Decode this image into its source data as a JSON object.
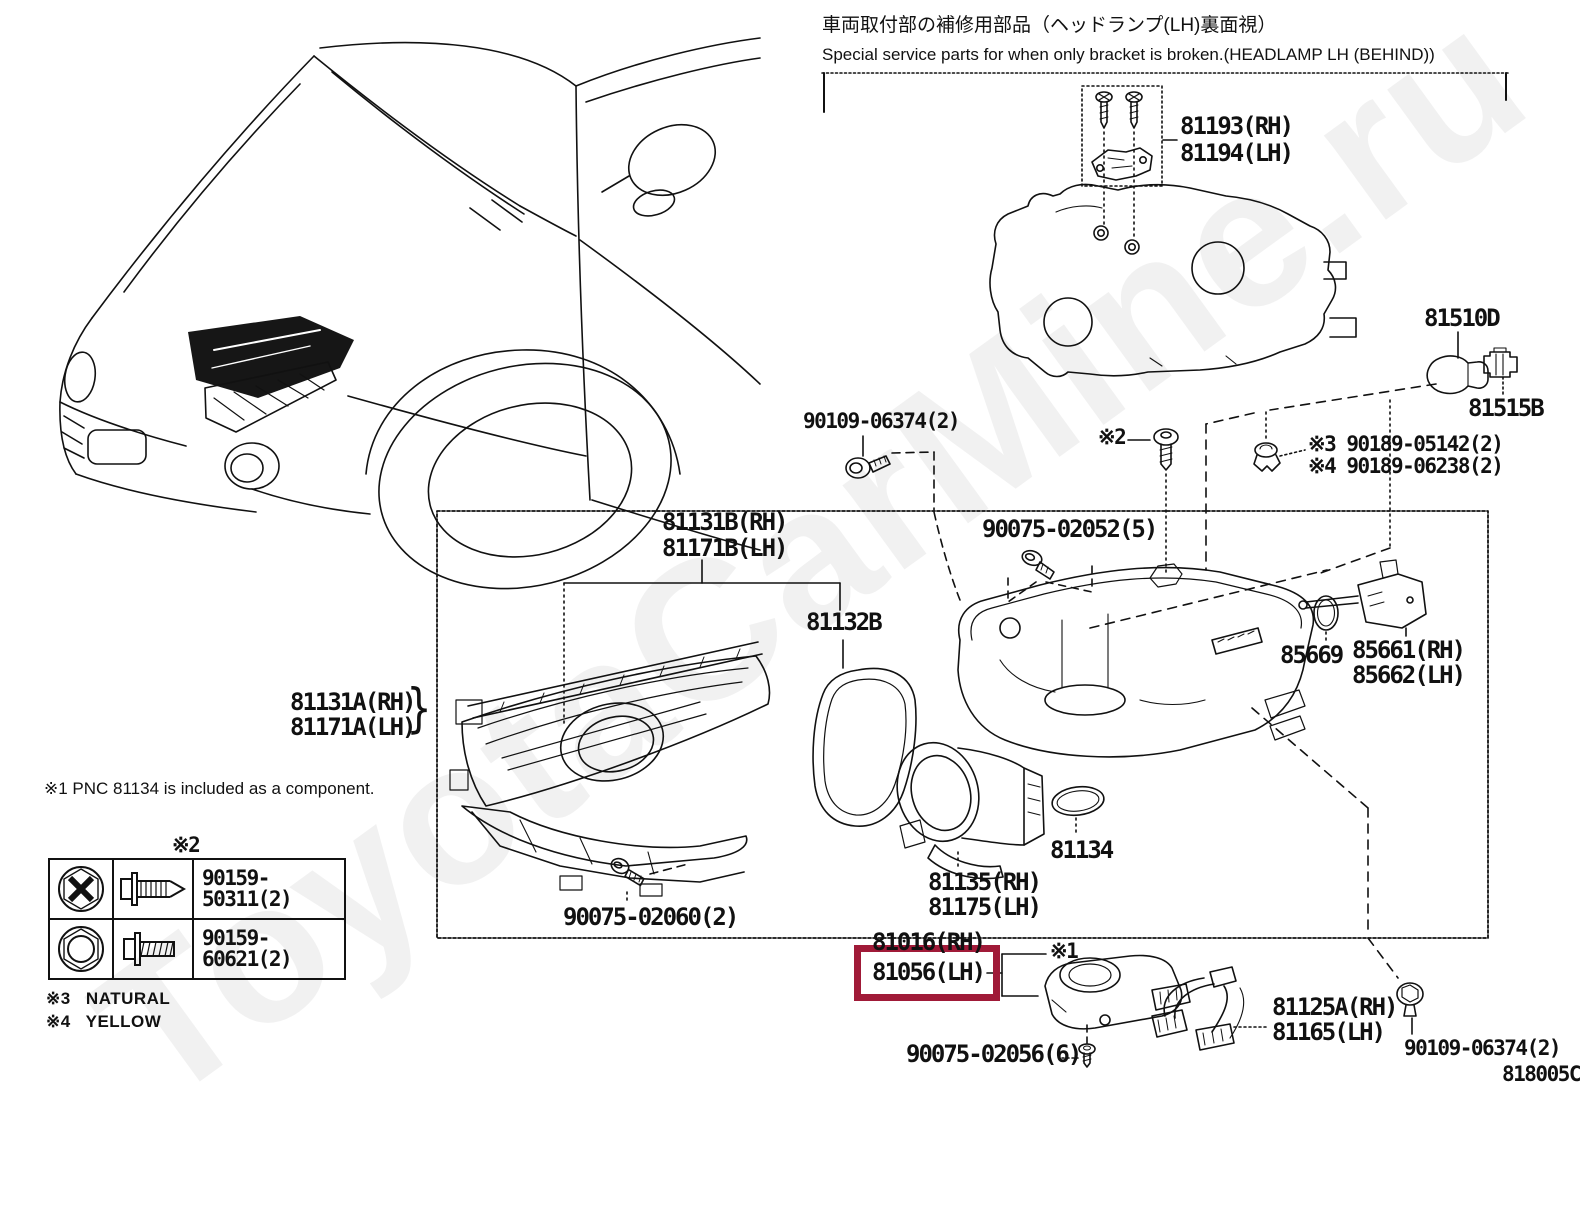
{
  "watermark": "ToyotaCarMine.ru",
  "diagram_code": "818005C",
  "special_service": {
    "title_jp": "車両取付部の補修用部品（ヘッドランプ(LH)裏面視）",
    "title_en": "Special service parts for when only bracket is broken.(HEADLAMP LH (BEHIND))",
    "bracket_rh": "81193(RH)",
    "bracket_lh": "81194(LH)",
    "bulb": "81510D",
    "socket": "81515B"
  },
  "fasteners": {
    "bolt_top": "90109-06374(2)",
    "screw_ref2": "※2",
    "clip_ref3": "※3 90189-05142(2)",
    "clip_ref4": "※4 90189-06238(2)",
    "screw_02052": "90075-02052(5)",
    "screw_02060": "90075-02060(2)",
    "screw_02056": "90075-02056(6)",
    "bolt_bottom": "90109-06374(2)"
  },
  "headlamp": {
    "unit_b_rh": "81131B(RH)",
    "unit_b_lh": "81171B(LH)",
    "retainer": "81132B",
    "unit_a_rh": "81131A(RH)",
    "unit_a_lh": "81171A(LH)",
    "brace": "}",
    "projector_rh": "81135(RH)",
    "projector_lh": "81175(LH)",
    "gasket": "81134",
    "oring": "85669",
    "actuator_rh": "85661(RH)",
    "actuator_lh": "85662(LH)",
    "ballast_rh": "81016(RH)",
    "ballast_lh": "81056(LH)",
    "ref1": "※1",
    "harness_rh": "81125A(RH)",
    "harness_lh": "81165(LH)"
  },
  "notes": {
    "note1": "※1 PNC 81134 is included as a component.",
    "note3": "※3 NATURAL",
    "note4": "※4 YELLOW"
  },
  "parts_table": {
    "header_ref": "※2",
    "rows": [
      {
        "part": "90159-50311(2)"
      },
      {
        "part": "90159-60621(2)"
      }
    ]
  },
  "colors": {
    "highlight_box": "#a01a38",
    "line": "#111111",
    "watermark": "rgba(0,0,0,0.055)"
  }
}
